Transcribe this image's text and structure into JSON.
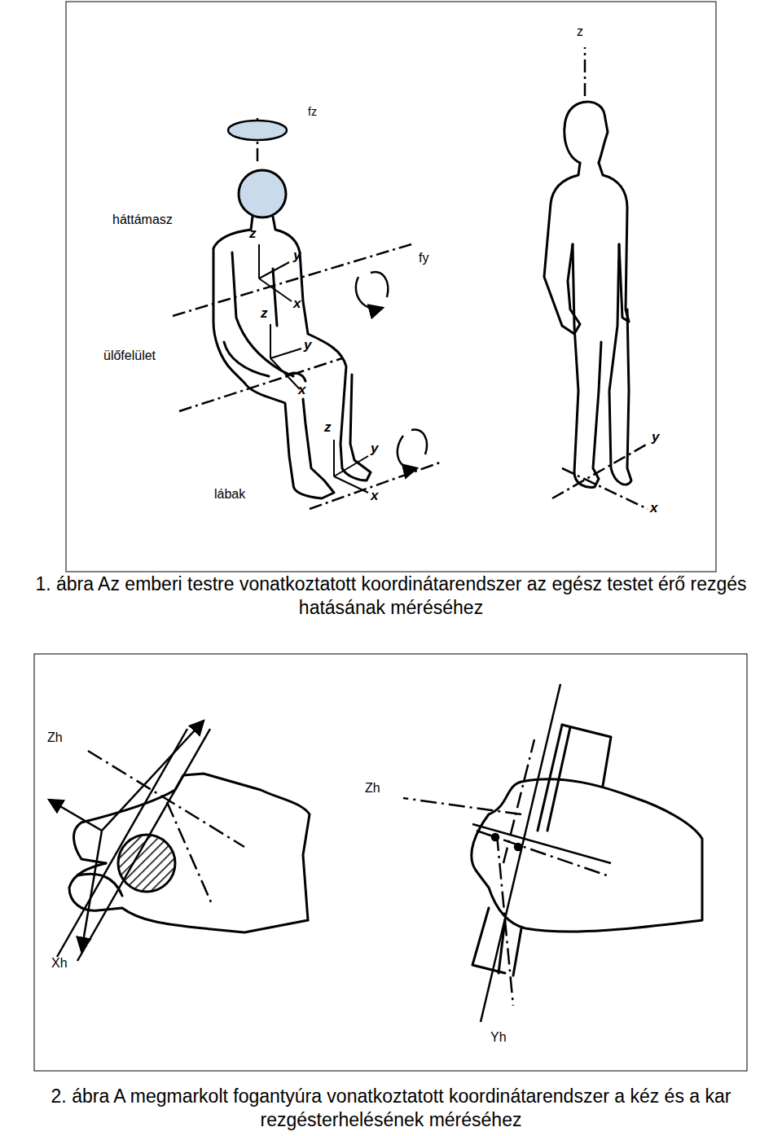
{
  "diagram": {
    "labels": [
      "z",
      "fz",
      "háttámasz",
      "fy",
      "ülőfelület",
      "lábak",
      "z",
      "y",
      "x",
      "z",
      "y",
      "x",
      "z",
      "y",
      "x",
      "y",
      "x",
      "1. ábra Az emberi testre vonatkoztatott koordinátarendszer az egész testet érő rezgés hatásának méréséhez",
      "Zh",
      "Zh",
      "Xh",
      "Yh",
      "2. ábra A megmarkolt fogantyúra vonatkoztatott koordinátarendszer a kéz és a kar rezgésterhelésének méréséhez"
    ]
  }
}
